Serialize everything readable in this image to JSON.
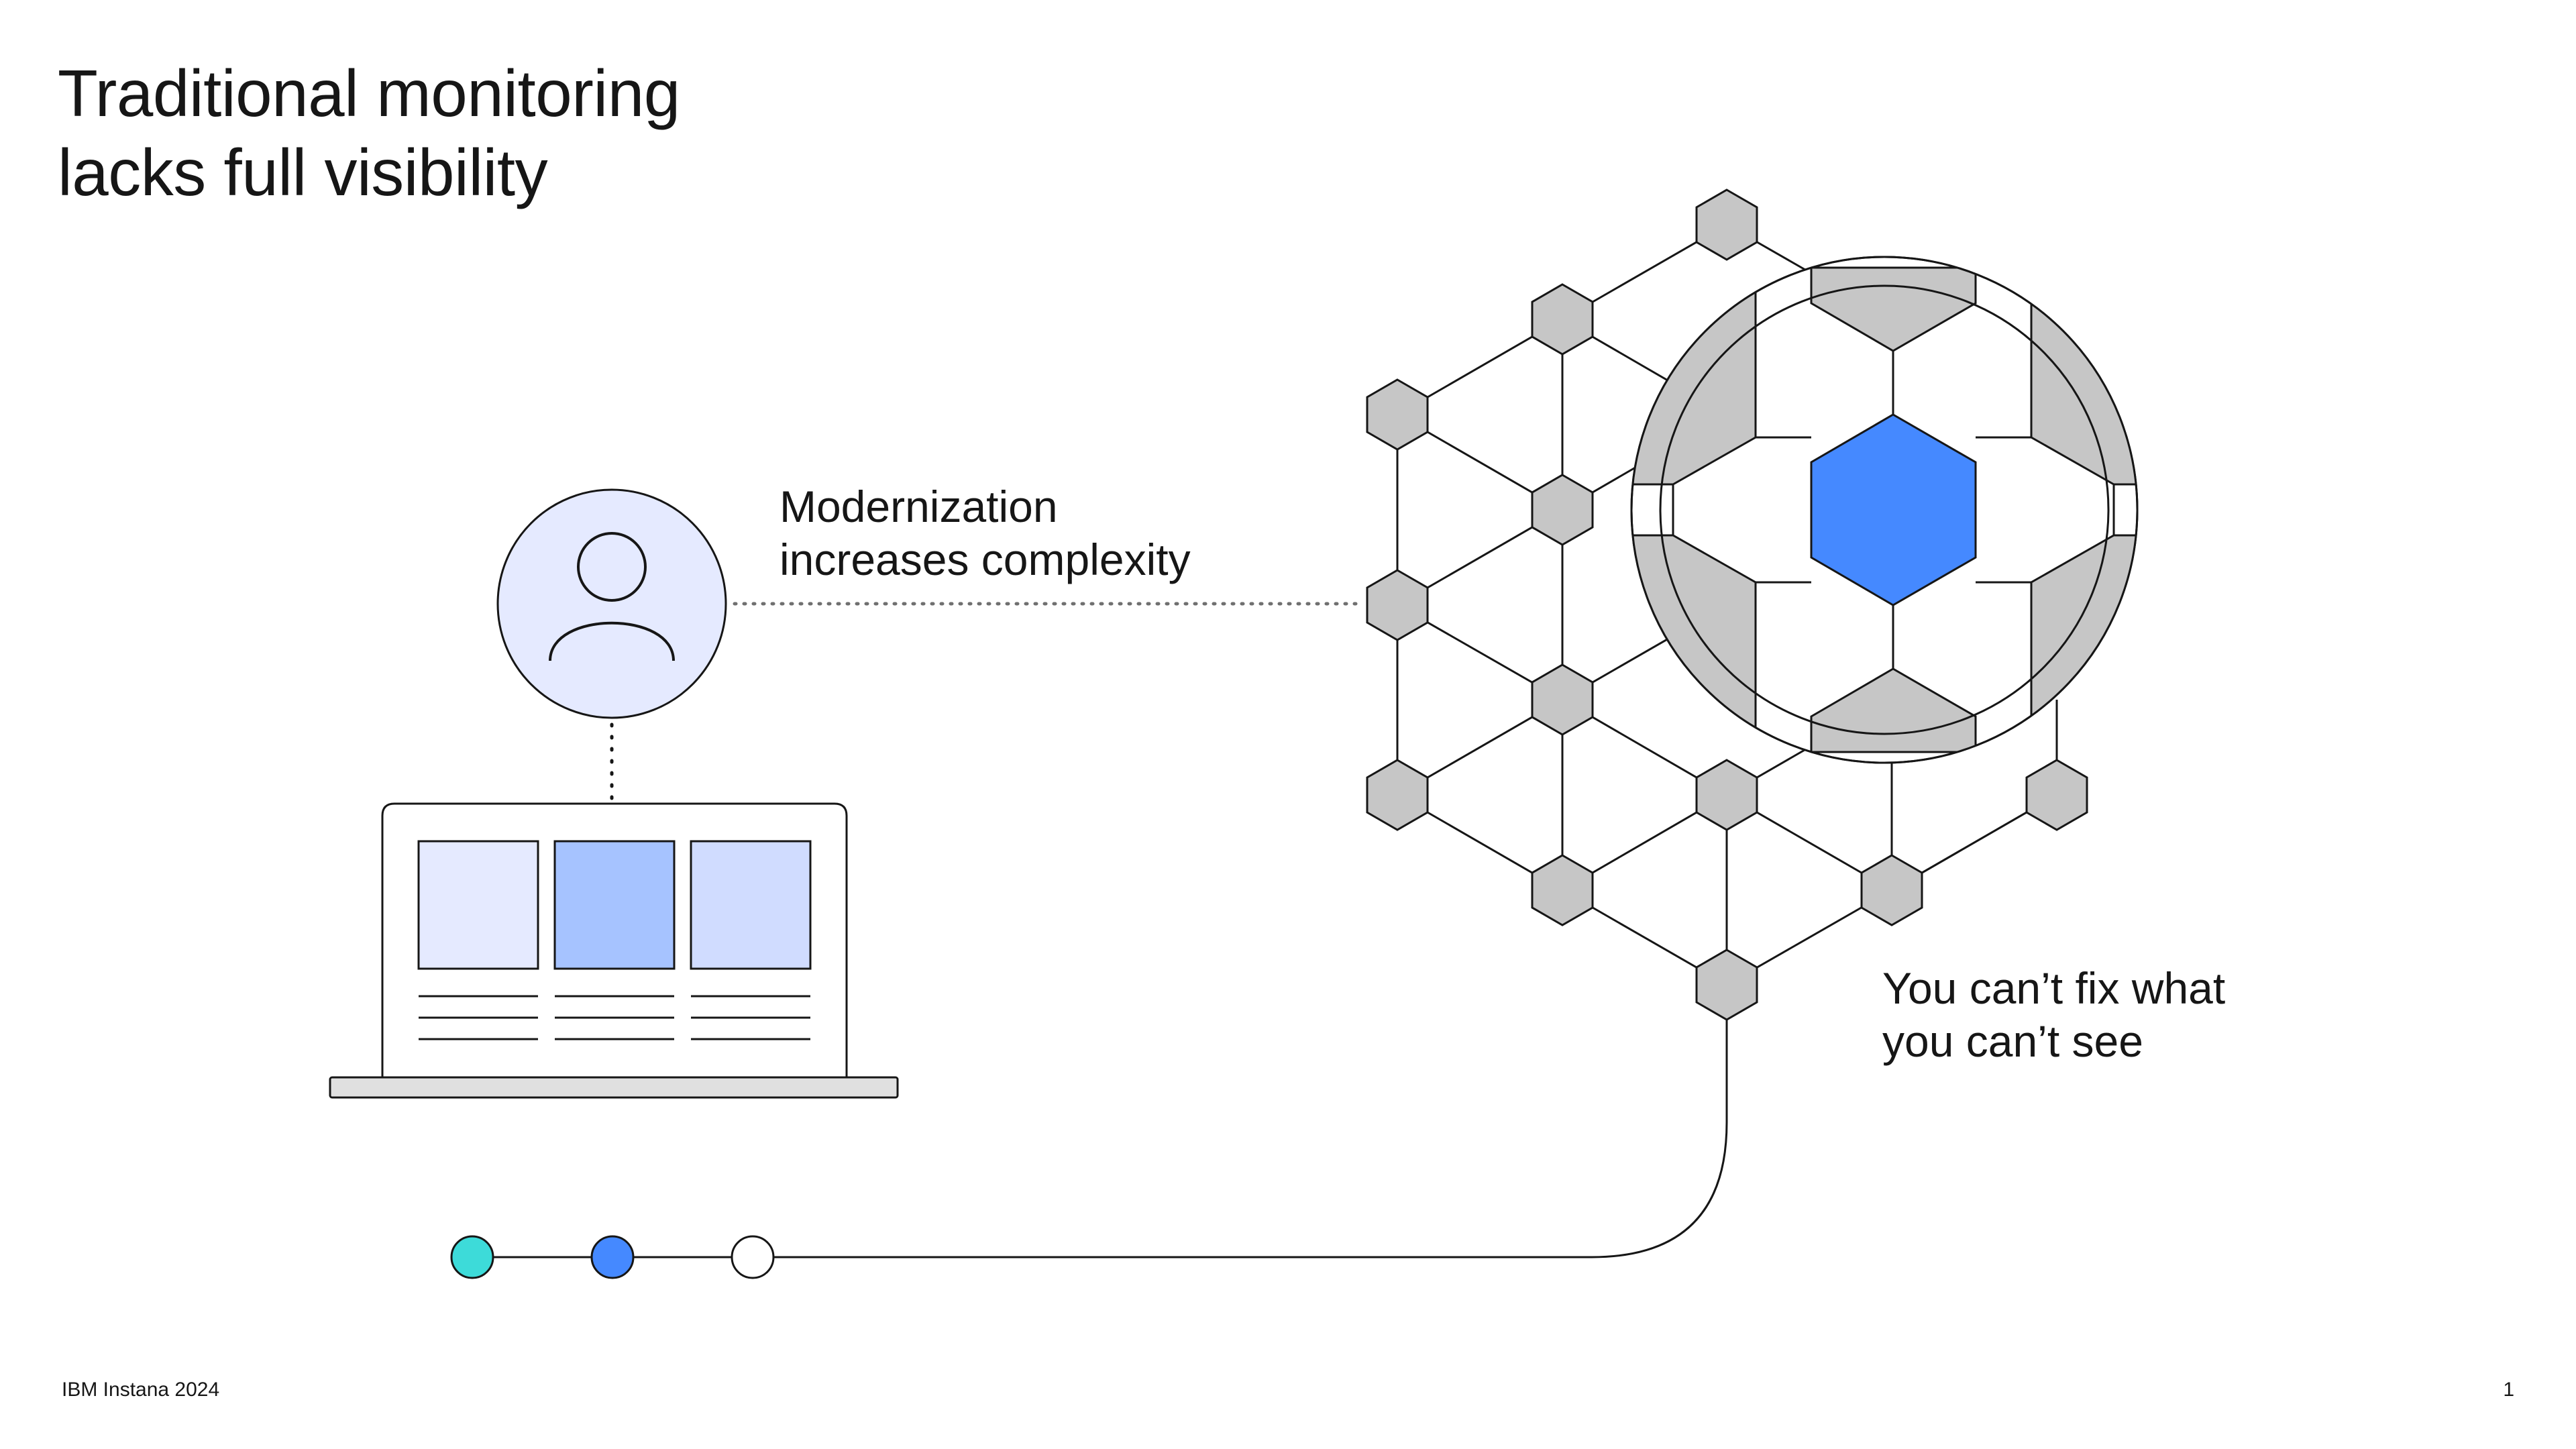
{
  "title": {
    "line1": "Traditional monitoring",
    "line2": "lacks full visibility"
  },
  "callouts": {
    "modernization": {
      "line1": "Modernization",
      "line2": "increases complexity"
    },
    "visibility": {
      "line1": "You can’t fix what",
      "line2": "you can’t see"
    }
  },
  "footer": {
    "left": "IBM Instana 2024",
    "page_number": "1"
  },
  "colors": {
    "ink": "#161616",
    "node_gray": "#c6c6c6",
    "highlight_blue": "#4589ff",
    "panel_light": "#e5eaff",
    "panel_mid": "#a6c3ff",
    "panel_soft": "#d0dcff",
    "dot_teal": "#3ddbd9",
    "dot_blue": "#4589ff",
    "dot_white": "#ffffff"
  },
  "icons": [
    "user-icon",
    "laptop-icon",
    "network-graph",
    "magnifier-lens"
  ]
}
